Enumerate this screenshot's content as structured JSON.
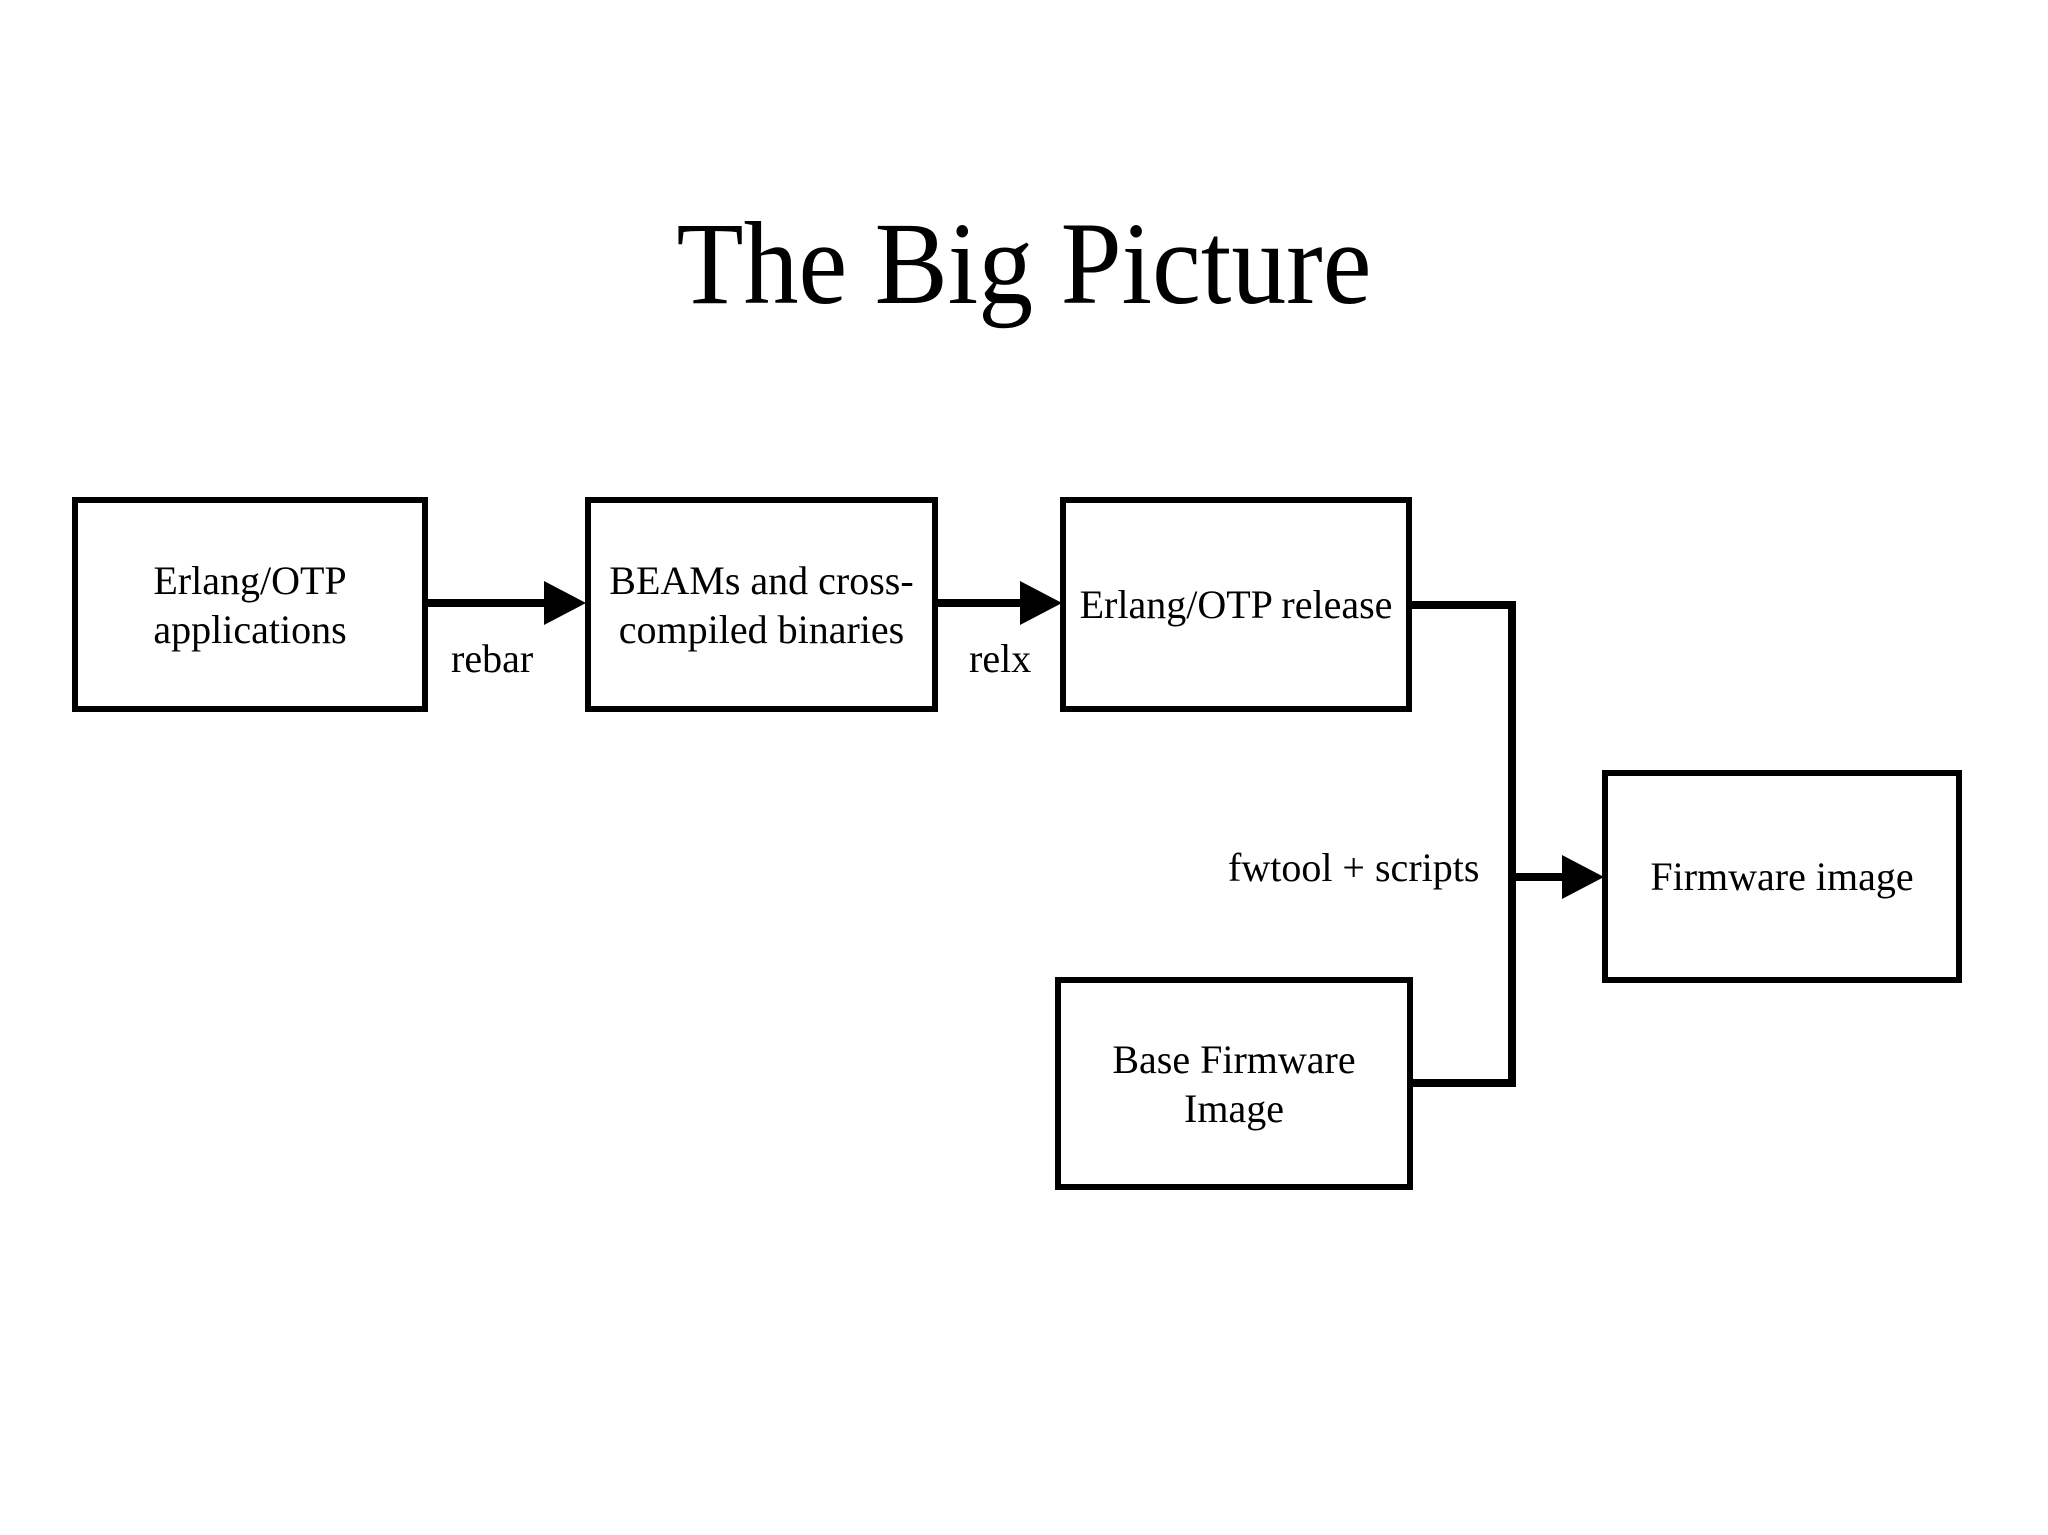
{
  "slide": {
    "title": "The Big Picture",
    "background_color": "#ffffff",
    "stroke_color": "#000000"
  },
  "diagram": {
    "type": "flowchart",
    "nodes": [
      {
        "id": "erlang-apps",
        "label": "Erlang/OTP\napplications"
      },
      {
        "id": "beams",
        "label": "BEAMs and cross-\ncompiled binaries"
      },
      {
        "id": "release",
        "label": "Erlang/OTP release"
      },
      {
        "id": "base-firmware",
        "label": "Base Firmware\nImage"
      },
      {
        "id": "firmware-image",
        "label": "Firmware image"
      }
    ],
    "edges": [
      {
        "id": "rebar",
        "from": "erlang-apps",
        "to": "beams",
        "label": "rebar"
      },
      {
        "id": "relx",
        "from": "beams",
        "to": "release",
        "label": "relx"
      },
      {
        "id": "fwtool",
        "from": "release",
        "to": "firmware-image",
        "label": "fwtool + scripts"
      },
      {
        "id": "base",
        "from": "base-firmware",
        "to": "firmware-image",
        "label": ""
      }
    ]
  }
}
